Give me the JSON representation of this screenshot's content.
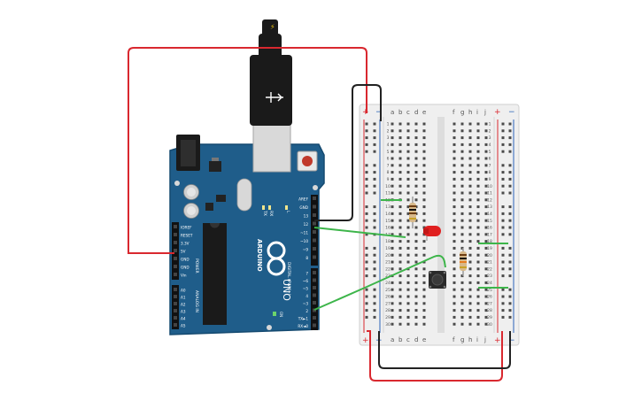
{
  "app": {
    "title": ""
  },
  "colors": {
    "board": "#1f5d8a",
    "board_edge": "#154a70",
    "wire_red": "#d9282f",
    "wire_black": "#222222",
    "wire_green": "#3db54a",
    "breadboard": "#efefef",
    "rail_red": "#d9282f",
    "rail_blue": "#2b63b8",
    "led_red": "#e02020"
  },
  "arduino": {
    "brand": "ARDUINO",
    "model": "UNO",
    "digital_header_title": "DIGITAL (PWM~)",
    "power_header_title": "POWER",
    "analog_header_title": "ANALOG IN",
    "tx_label": "TX",
    "rx_label": "RX",
    "l_label": "L",
    "on_label": "ON",
    "power_pins": [
      "IOREF",
      "RESET",
      "3.3V",
      "5V",
      "GND",
      "GND",
      "Vin"
    ],
    "analog_pins": [
      "A0",
      "A1",
      "A2",
      "A3",
      "A4",
      "A5"
    ],
    "digital_pins_top": [
      "AREF",
      "GND",
      "13",
      "12",
      "~11",
      "~10",
      "~9",
      "8"
    ],
    "digital_pins_bottom": [
      "7",
      "~6",
      "~5",
      "4",
      "~3",
      "2",
      "TX►1",
      "RX◄0"
    ]
  },
  "breadboard": {
    "plus_sign": "+",
    "minus_sign": "−",
    "letters_left": [
      "a",
      "b",
      "c",
      "d",
      "e"
    ],
    "letters_right": [
      "f",
      "g",
      "h",
      "i",
      "j"
    ],
    "row_numbers": [
      "1",
      "2",
      "3",
      "4",
      "5",
      "6",
      "7",
      "8",
      "9",
      "10",
      "11",
      "12",
      "13",
      "14",
      "15",
      "16",
      "17",
      "18",
      "19",
      "20",
      "21",
      "22",
      "23",
      "24",
      "25",
      "26",
      "27",
      "28",
      "29",
      "30"
    ]
  },
  "components": {
    "usb_cable": "usb-cable",
    "led": "red-led",
    "resistor_1": "resistor",
    "resistor_2": "resistor",
    "pushbutton": "pushbutton",
    "lightning_icon": "⚡"
  }
}
